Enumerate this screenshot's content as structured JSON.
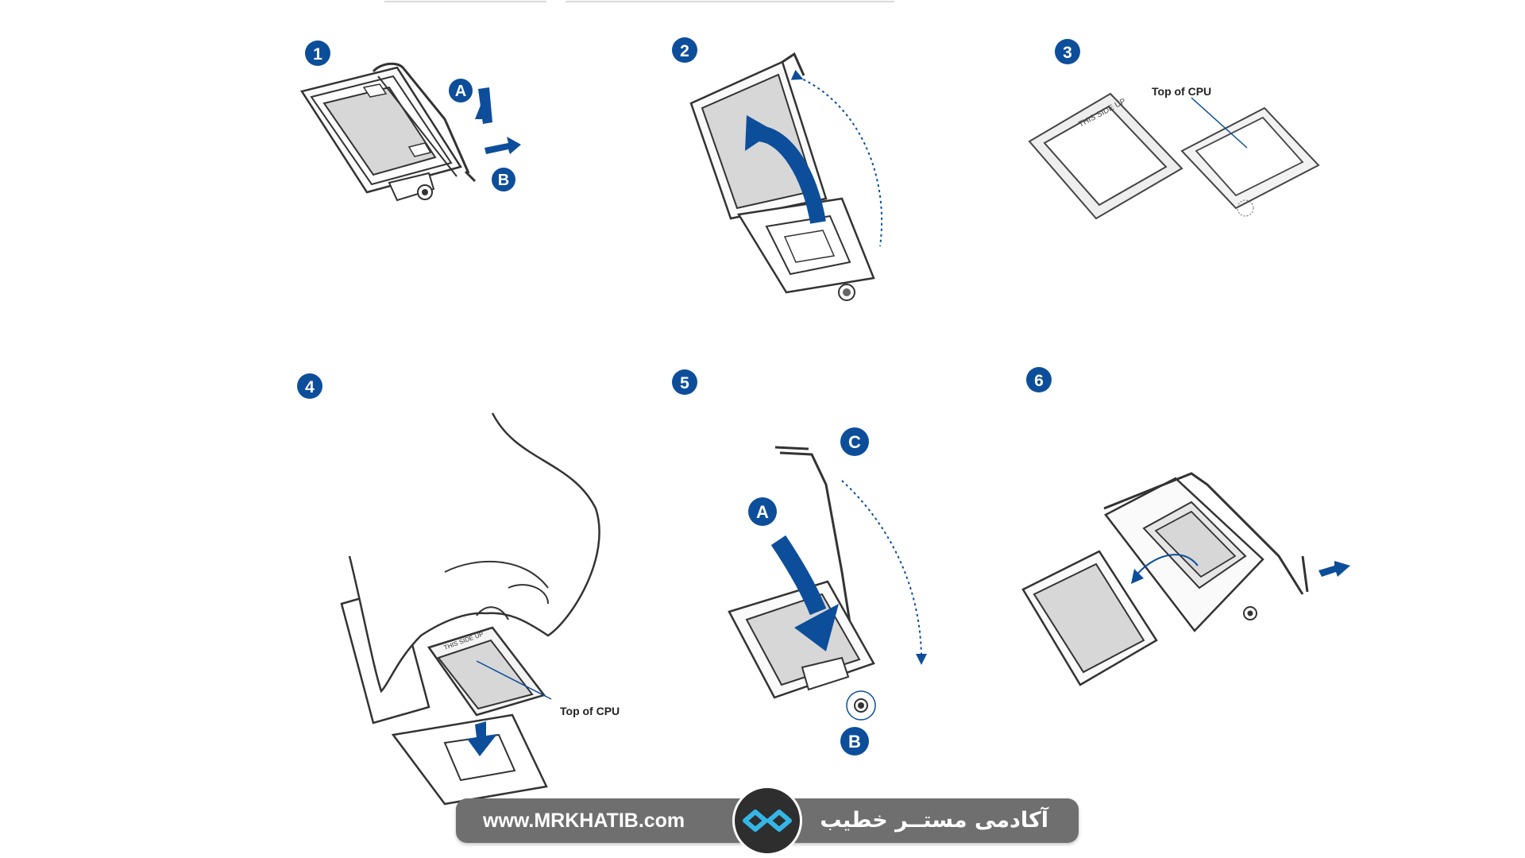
{
  "steps": [
    {
      "number": "1",
      "callouts": [
        "A",
        "B"
      ]
    },
    {
      "number": "2",
      "callouts": []
    },
    {
      "number": "3",
      "callouts": [],
      "label": "Top of CPU",
      "chip_text": "THIS SIDE UP"
    },
    {
      "number": "4",
      "callouts": [],
      "label": "Top of CPU",
      "chip_text": "THIS SIDE UP"
    },
    {
      "number": "5",
      "callouts": [
        "C",
        "A",
        "B"
      ]
    },
    {
      "number": "6",
      "callouts": []
    }
  ],
  "footer": {
    "url": "www.MRKHATIB.com",
    "brand": "آکادمی مستــر خطیب"
  },
  "colors": {
    "accent": "#0d4e9b",
    "line": "#333333",
    "plate": "#d7d7d7",
    "footer_bg": "#6f6f6f",
    "logo_bg": "#2e2e2e",
    "logo_mark": "#35b6e6"
  }
}
